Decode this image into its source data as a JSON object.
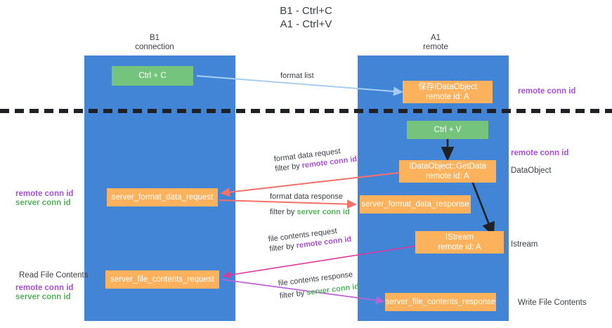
{
  "diagram": {
    "title": "B1 - Ctrl+C\nA1 - Ctrl+V",
    "columns": [
      {
        "id": "b1",
        "label": "B1\nconnection"
      },
      {
        "id": "a1",
        "label": "A1\nremote"
      }
    ],
    "nodes": [
      {
        "id": "ctrl-c",
        "label": "Ctrl + C",
        "color": "#75c47d"
      },
      {
        "id": "save-idataobject",
        "label": "保存IDataObject\nremote id: A",
        "color": "#fcb15c"
      },
      {
        "id": "ctrl-v",
        "label": "Ctrl + V",
        "color": "#75c47d"
      },
      {
        "id": "idataobject-getdata",
        "label": "IDataObject::GetData\nremote id: A",
        "color": "#fcb15c"
      },
      {
        "id": "server-format-data-request",
        "label": "server_format_data_request",
        "color": "#fcb15c"
      },
      {
        "id": "server-format-data-response",
        "label": "server_format_data_response",
        "color": "#fcb15c"
      },
      {
        "id": "istream",
        "label": "IStream\nremote id: A",
        "color": "#fcb15c"
      },
      {
        "id": "server-file-contents-request",
        "label": "server_file_contents_request",
        "color": "#fcb15c"
      },
      {
        "id": "server-file-contents-response",
        "label": "server_file_contents_response",
        "color": "#fcb15c"
      }
    ],
    "edge_labels": [
      {
        "id": "format-list",
        "text": "format list",
        "highlight": ""
      },
      {
        "id": "format-data-request",
        "text": "format data request",
        "prefix": "filter by ",
        "highlight": "remote conn id"
      },
      {
        "id": "format-data-response",
        "text": "format data response",
        "prefix": "filter by ",
        "highlight": "server conn id"
      },
      {
        "id": "file-contents-request",
        "text": "file contents request",
        "prefix": "filter by ",
        "highlight": "remote conn id"
      },
      {
        "id": "file-contents-response",
        "text": "file contents response",
        "prefix": "filter by ",
        "highlight": "server conn id"
      }
    ],
    "annotations": {
      "right_top_conn": "remote conn id",
      "right_mid_conn": "remote conn id",
      "dataobject": "DataObject",
      "istream": "Istream",
      "write_file_contents": "Write File Contents",
      "left_remote_conn": "remote conn id",
      "left_server_conn": "server conn id",
      "read_file_contents": "Read File Contents",
      "left_remote_conn2": "remote conn id",
      "left_server_conn2": "server conn id"
    },
    "colors": {
      "lane": "#4285d6",
      "green_node": "#75c47d",
      "orange_node": "#fcb15c",
      "purple_text": "#a84fd6",
      "green_text": "#54b45e",
      "arrow_blue": "#a9cdf0",
      "arrow_red": "#f4716a",
      "arrow_magenta": "#e0379c",
      "arrow_violet": "#b863d6",
      "arrow_black": "#202124",
      "divider": "#202124"
    }
  }
}
